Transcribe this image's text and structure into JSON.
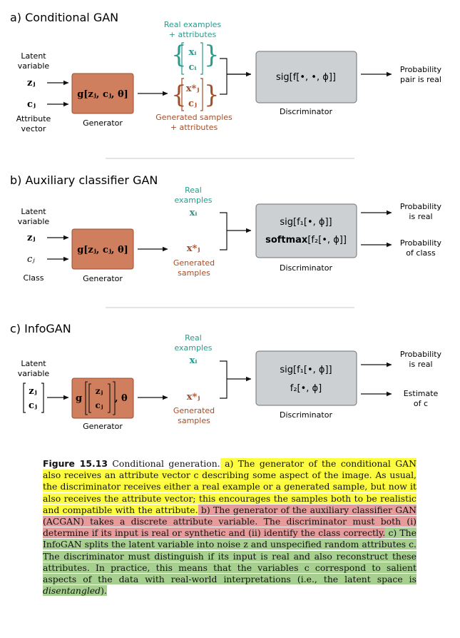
{
  "colors": {
    "generator_fill": "#cf7f5e",
    "generator_stroke": "#9a4d2e",
    "discriminator_fill": "#cdd0d3",
    "discriminator_stroke": "#6d7175",
    "real_text": "#2b9a8a",
    "fake_text": "#a44e27",
    "highlight_a": "#fdfc3e",
    "highlight_b": "#e89b9b",
    "highlight_c": "#a7cf8f"
  },
  "panel_a": {
    "title": "a) Conditional GAN",
    "latent_label_1": "Latent",
    "latent_label_2": "variable",
    "z_input": "zⱼ",
    "c_input": "cⱼ",
    "attr_label_1": "Attribute",
    "attr_label_2": "vector",
    "generator_formula": "g[zⱼ, cⱼ, θ]",
    "generator_label": "Generator",
    "real_label_1": "Real examples",
    "real_label_2": "+ attributes",
    "real_x": "xᵢ",
    "real_c": "cᵢ",
    "fake_x": "x*ⱼ",
    "fake_c": "cⱼ",
    "fake_label_1": "Generated samples",
    "fake_label_2": "+ attributes",
    "discriminator_formula": "sig[f[•, •, ϕ]]",
    "discriminator_label": "Discriminator",
    "output_1": "Probability",
    "output_2": "pair is real"
  },
  "panel_b": {
    "title": "b) Auxiliary classifier GAN",
    "latent_label_1": "Latent",
    "latent_label_2": "variable",
    "z_input": "zⱼ",
    "c_input": "cⱼ",
    "class_label": "Class",
    "generator_formula": "g[zⱼ, cⱼ, θ]",
    "generator_label": "Generator",
    "real_label_1": "Real",
    "real_label_2": "examples",
    "real_x": "xᵢ",
    "fake_x": "x*ⱼ",
    "fake_label_1": "Generated",
    "fake_label_2": "samples",
    "disc_formula_1": "sig[f₁[•, ϕ]]",
    "disc_formula_2_bold": "softmax",
    "disc_formula_2_rest": "[f₂[•, ϕ]]",
    "discriminator_label": "Discriminator",
    "output_a_1": "Probability",
    "output_a_2": "is real",
    "output_b_1": "Probability",
    "output_b_2": "of class"
  },
  "panel_c": {
    "title": "c) InfoGAN",
    "latent_label_1": "Latent",
    "latent_label_2": "variable",
    "z_input": "zⱼ",
    "c_input": "cⱼ",
    "generator_g": "g",
    "generator_z": "zⱼ",
    "generator_c": "cⱼ",
    "generator_theta": ", θ",
    "generator_label": "Generator",
    "real_label_1": "Real",
    "real_label_2": "examples",
    "real_x": "xᵢ",
    "fake_x": "x*ⱼ",
    "fake_label_1": "Generated",
    "fake_label_2": "samples",
    "disc_formula_1": "sig[f₁[•, ϕ]]",
    "disc_formula_2": "f₂[•, ϕ]",
    "discriminator_label": "Discriminator",
    "output_a_1": "Probability",
    "output_a_2": "is real",
    "output_b_1": "Estimate",
    "output_b_2": "of c"
  },
  "caption": {
    "figure_label": "Figure 15.13",
    "intro": " Conditional generation.",
    "part_a": " a) The generator of the conditional GAN also receives an attribute vector c describing some aspect of the image. As usual, the discriminator receives either a real example or a generated sample, but now it also receives the attribute vector; this encourages the samples both to be realistic and compatible with the attribute.",
    "part_b": " b) The generator of the auxiliary classifier GAN (ACGAN) takes a discrete attribute variable. The discriminator must both (i) determine if its input is real or synthetic and (ii) identify the class correctly.",
    "part_c_1": " c) The InfoGAN splits the latent variable into noise z and unspecified random attributes c. The discriminator must distinguish if its input is real and also reconstruct these attributes. In practice, this means that the variables c correspond to salient aspects of the data with real-world interpretations (i.e., the latent space is ",
    "part_c_em": "disentangled",
    "part_c_end": ")."
  }
}
